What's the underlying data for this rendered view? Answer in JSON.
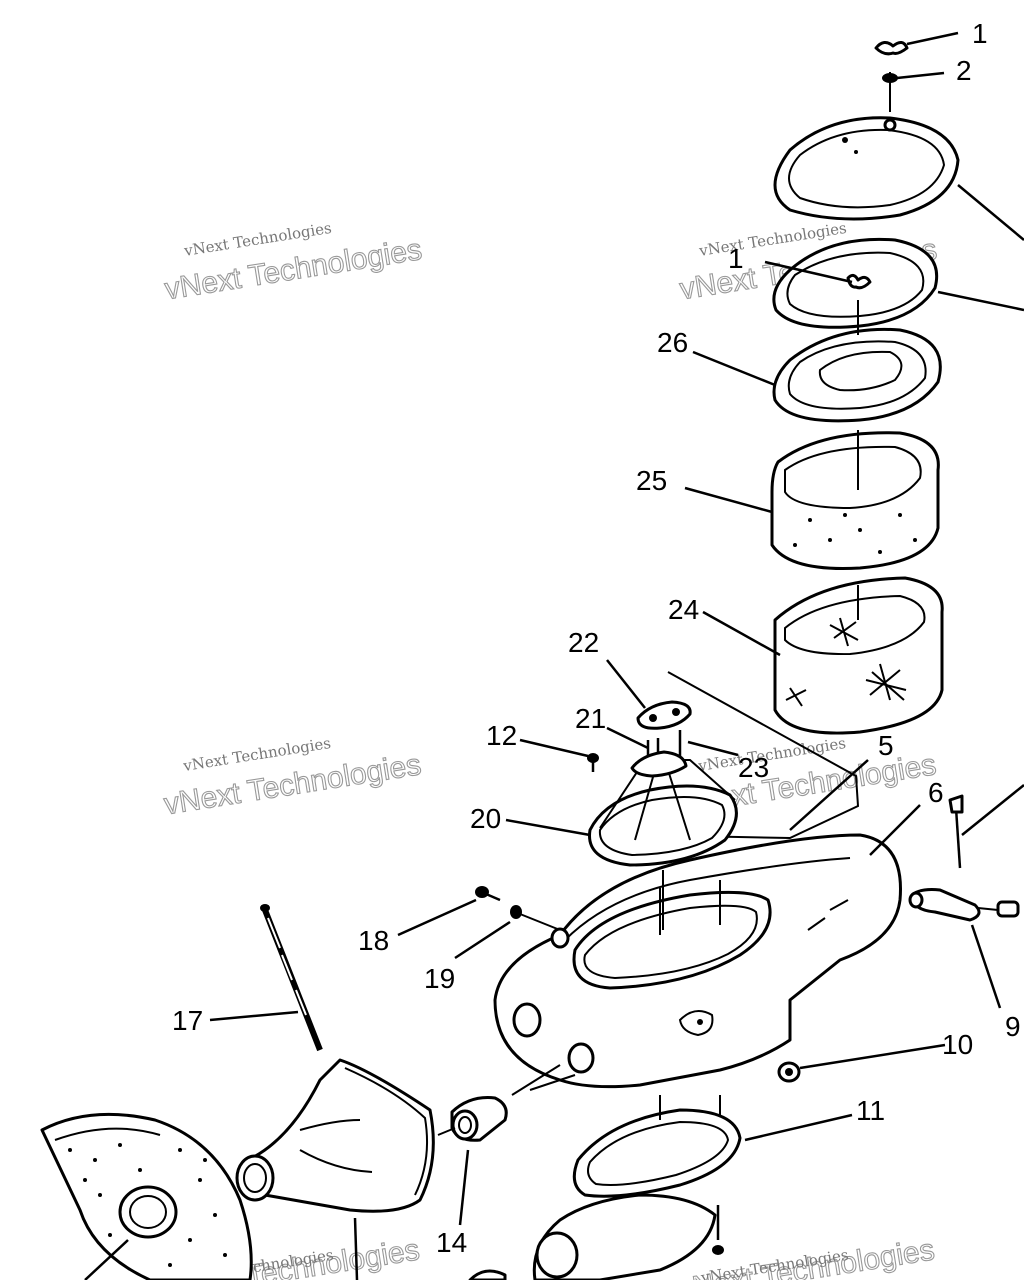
{
  "callouts": [
    {
      "id": "c1a",
      "text": "1"
    },
    {
      "id": "c2",
      "text": "2"
    },
    {
      "id": "c1b",
      "text": "1"
    },
    {
      "id": "c26",
      "text": "26"
    },
    {
      "id": "c25",
      "text": "25"
    },
    {
      "id": "c24",
      "text": "24"
    },
    {
      "id": "c22",
      "text": "22"
    },
    {
      "id": "c21",
      "text": "21"
    },
    {
      "id": "c12",
      "text": "12"
    },
    {
      "id": "c23",
      "text": "23"
    },
    {
      "id": "c5",
      "text": "5"
    },
    {
      "id": "c6",
      "text": "6"
    },
    {
      "id": "c20",
      "text": "20"
    },
    {
      "id": "c18",
      "text": "18"
    },
    {
      "id": "c19",
      "text": "19"
    },
    {
      "id": "c9",
      "text": "9"
    },
    {
      "id": "c10",
      "text": "10"
    },
    {
      "id": "c17",
      "text": "17"
    },
    {
      "id": "c11",
      "text": "11"
    },
    {
      "id": "c14",
      "text": "14"
    }
  ],
  "watermarks": [
    {
      "small": "vNext Technologies",
      "big": "vNext Technologies"
    },
    {
      "small": "vNext Technologies",
      "big": "vNext Technologies"
    },
    {
      "small": "vNext Technologies",
      "big": "vNext Technologies"
    },
    {
      "small": "vNext Technologies",
      "big": "vNext Technologies"
    },
    {
      "small": "vNext Technologies",
      "big": "vNext Technologies"
    },
    {
      "small": "vNext Technologies",
      "big": "vNext Technologies"
    }
  ]
}
